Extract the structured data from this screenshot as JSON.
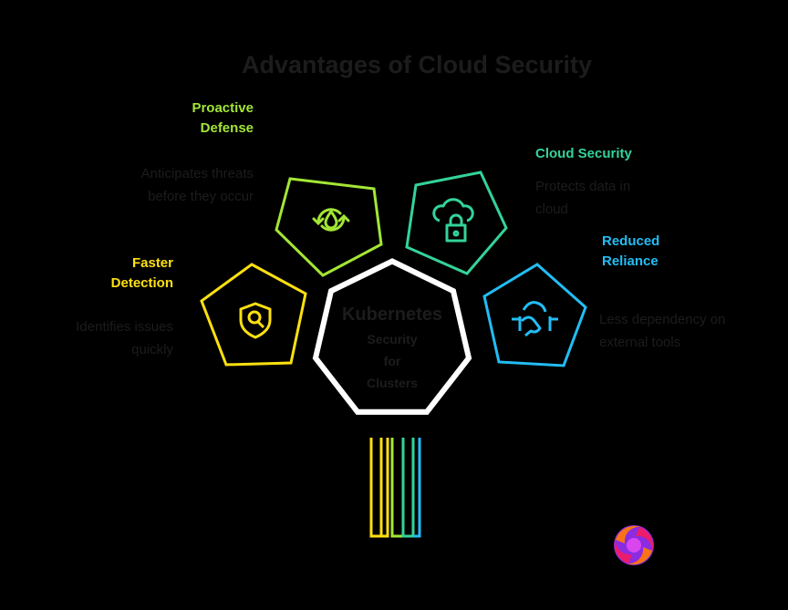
{
  "title": "Advantages of Cloud Security",
  "center": {
    "title": "Kubernetes",
    "sub_lines": [
      "Security",
      "for",
      "Clusters"
    ]
  },
  "items": [
    {
      "label_lines": [
        "Proactive",
        "Defense"
      ],
      "description_lines": [
        "Anticipates threats",
        "before they occur"
      ],
      "color": "#a3e635",
      "icon": "cycle-drop-icon"
    },
    {
      "label_lines": [
        "Cloud Security"
      ],
      "description_lines": [
        "Protects data in",
        "cloud"
      ],
      "color": "#34d399",
      "icon": "cloud-lock-icon"
    },
    {
      "label_lines": [
        "Reduced",
        "Reliance"
      ],
      "description_lines": [
        "Less dependency on",
        "external tools"
      ],
      "color": "#22bdf5",
      "icon": "handshake-icon"
    },
    {
      "label_lines": [
        "Faster",
        "Detection"
      ],
      "description_lines": [
        "Identifies issues",
        "quickly"
      ],
      "color": "#fde010",
      "icon": "shield-search-icon"
    }
  ],
  "colors": {
    "background": "#000000",
    "center_outline": "#ffffff",
    "dark_text": "#1c1c1c"
  }
}
